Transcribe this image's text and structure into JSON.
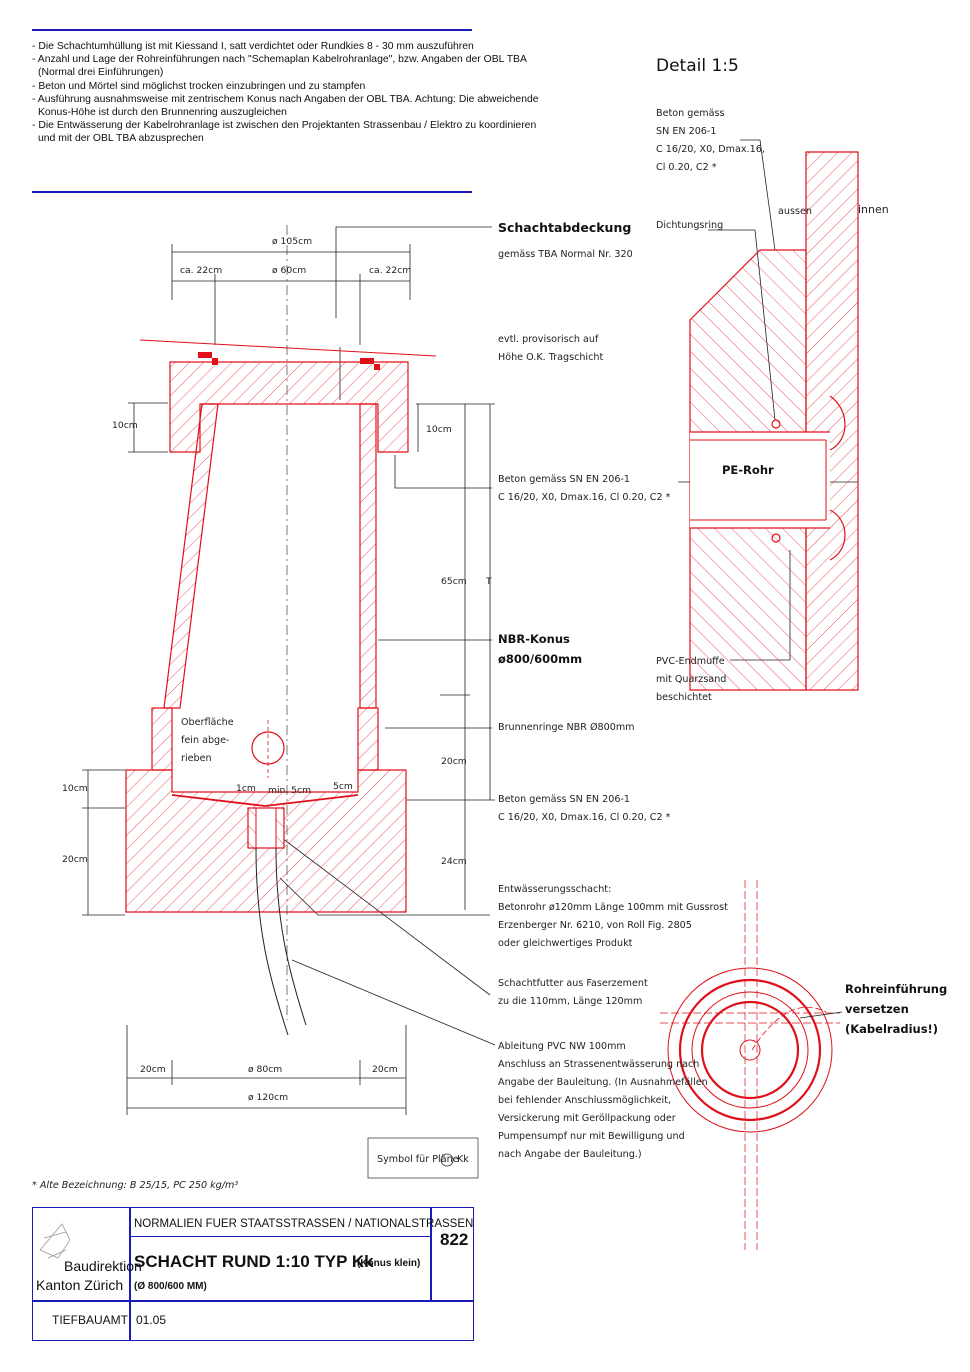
{
  "notes": [
    "-  Die Schachtumhüllung ist mit Kiessand I, satt verdichtet oder Rundkies 8 - 30 mm auszuführen",
    "-  Anzahl und Lage der Rohreinführungen nach \"Schemaplan Kabelrohranlage\", bzw. Angaben der OBL TBA",
    "   (Normal drei Einführungen)",
    "-  Beton und Mörtel sind möglichst trocken einzubringen und zu stampfen",
    "-  Ausführung ausnahmsweise mit zentrischem Konus nach Angaben der OBL TBA. Achtung: Die abweichende",
    "   Konus-Höhe ist durch den Brunnenring auszugleichen",
    "-  Die Entwässerung der Kabelrohranlage ist zwischen den Projektanten Strassenbau / Elektro zu koordinieren",
    "   und mit der OBL TBA abzusprechen"
  ],
  "dimensions": {
    "d105": "ø 105cm",
    "d60": "ø 60cm",
    "ca22_left": "ca. 22cm",
    "ca22_right": "ca. 22cm",
    "h10_left": "10cm",
    "h10_right": "10cm",
    "h65": "65cm",
    "t": "T",
    "h20_ring": "20cm",
    "h10_base": "10cm",
    "h20_base": "20cm",
    "h24": "24cm",
    "w1cm": "1cm",
    "min5": "min. 5cm",
    "w5cm": "5cm",
    "b20_left": "20cm",
    "d80": "ø 80cm",
    "b20_right": "20cm",
    "d120": "ø 120cm"
  },
  "labels": {
    "schachtabdeckung": "Schachtabdeckung",
    "schachtabdeckung_sub": "gemäss TBA Normal Nr. 320",
    "provisorisch": [
      "evtl. provisorisch auf",
      "Höhe O.K. Tragschicht"
    ],
    "beton1": [
      "Beton gemäss SN EN 206-1",
      "C 16/20, X0, Dmax.16, Cl 0.20, C2 *"
    ],
    "nbr_konus": [
      "NBR-Konus",
      "ø800/600mm"
    ],
    "brunnenringe": "Brunnenringe NBR Ø800mm",
    "beton2": [
      "Beton gemäss SN EN 206-1",
      "C 16/20, X0, Dmax.16, Cl 0.20, C2 *"
    ],
    "oberflaeche": [
      "Oberfläche",
      "fein abge-",
      "rieben"
    ],
    "entwaesserung": [
      "Entwässerungsschacht:",
      "Betonrohr  ø120mm Länge 100mm mit Gussrost",
      "Erzenberger Nr. 6210, von Roll Fig. 2805",
      "oder gleichwertiges Produkt"
    ],
    "schachtfutter": [
      "Schachtfutter aus Faserzement",
      "zu die 110mm, Länge 120mm"
    ],
    "ableitung": [
      "Ableitung PVC NW 100mm",
      "Anschluss an Strassenentwässerung nach",
      "Angabe der Bauleitung. (In Ausnahmefällen",
      "bei fehlender Anschlussmöglichkeit,",
      "Versickerung mit Geröllpackung oder",
      "Pumpensumpf nur mit Bewilligung und",
      "nach Angabe der Bauleitung.)"
    ],
    "symbol": "Symbol für Pläne",
    "symbol_code": "Kk",
    "footnote": "* Alte Bezeichnung: B 25/15, PC 250 kg/m³"
  },
  "detail": {
    "title": "Detail 1:5",
    "beton": [
      "Beton gemäss",
      "SN EN 206-1",
      "C 16/20, X0, Dmax.16,",
      "Cl 0.20, C2 *"
    ],
    "dichtungsring": "Dichtungsring",
    "aussen": "aussen",
    "innen": "innen",
    "pe_rohr": "PE-Rohr",
    "pvc": [
      "PVC-Endmuffe",
      "mit Quarzsand",
      "beschichtet"
    ]
  },
  "plan": {
    "rohreinfuehrung": [
      "Rohreinführung",
      "versetzen",
      "(Kabelradius!)"
    ]
  },
  "titleblock": {
    "org1": "Baudirektion",
    "org2": "Kanton Zürich",
    "dept": "TIEFBAUAMT",
    "header": "NORMALIEN  FUER  STAATSSTRASSEN / NATIONALSTRASSEN",
    "title": "SCHACHT RUND   1:10   TYP Kk",
    "title_note": "(Konus klein)",
    "subtitle": "(Ø 800/600 MM)",
    "number": "822",
    "date": "01.05"
  },
  "colors": {
    "red": "#e0101a",
    "blue": "#1a1ab8",
    "line": "#222222"
  }
}
